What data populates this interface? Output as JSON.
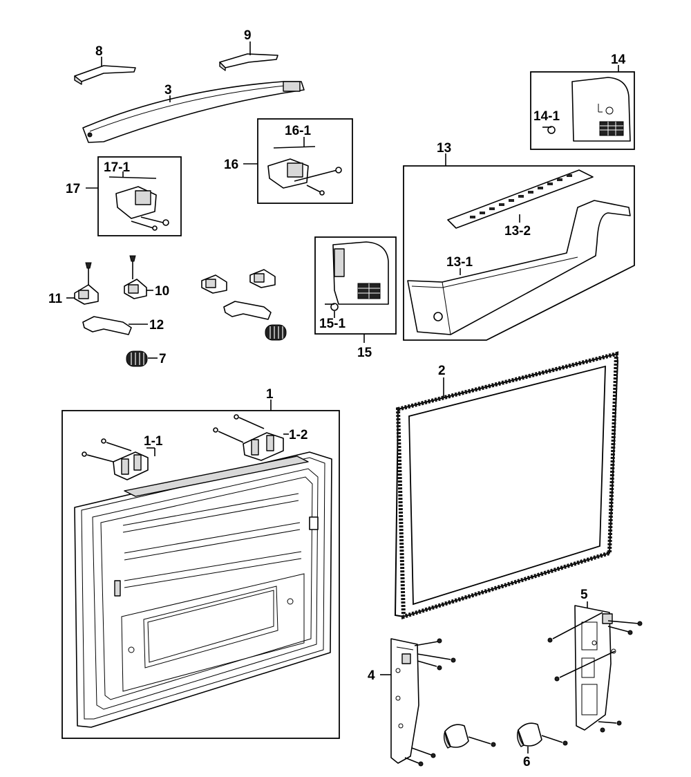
{
  "callouts": {
    "c1": "1",
    "c1_1": "1-1",
    "c1_2": "1-2",
    "c2": "2",
    "c3": "3",
    "c4": "4",
    "c5": "5",
    "c6": "6",
    "c7": "7",
    "c8": "8",
    "c9": "9",
    "c10": "10",
    "c11": "11",
    "c12": "12",
    "c13": "13",
    "c13_1": "13-1",
    "c13_2": "13-2",
    "c14": "14",
    "c14_1": "14-1",
    "c15": "15",
    "c15_1": "15-1",
    "c16": "16",
    "c16_1": "16-1",
    "c17": "17",
    "c17_1": "17-1"
  }
}
